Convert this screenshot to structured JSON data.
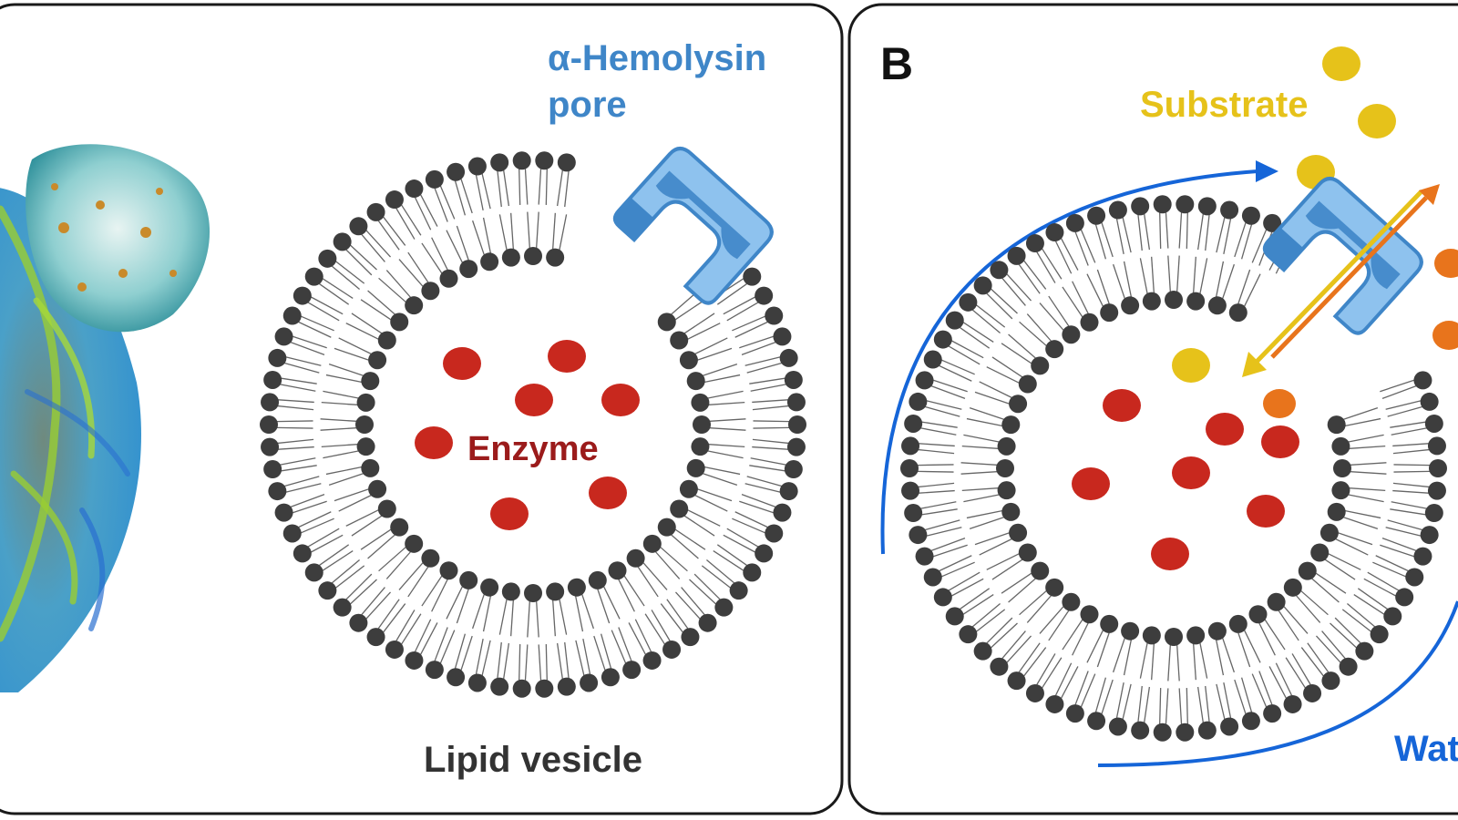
{
  "colors": {
    "frame": "#1a1a1a",
    "headgroup": "#3d3d3d",
    "tail": "#555555",
    "enzyme": "#c8281e",
    "substrate": "#e6c21a",
    "product": "#e8741c",
    "pore_light": "#8ec2ee",
    "pore_dark": "#3f86c8",
    "pore_label": "#3f86c8",
    "flow": "#1565d8",
    "enzyme_label": "#9b1b1b",
    "vesicle_label": "#333333"
  },
  "panel_a": {
    "pore_label_line1": "α-Hemolysin",
    "pore_label_line2": "pore",
    "enzyme_label": "Enzyme",
    "vesicle_label": "Lipid vesicle"
  },
  "panel_b": {
    "panel_letter": "B",
    "substrate_label": "Substrate",
    "water_label": "Wat"
  },
  "icons": [
    "md-vesicle-render",
    "hemolysin-pore-icon",
    "flow-arrow-icon",
    "transport-arrow-icon"
  ]
}
